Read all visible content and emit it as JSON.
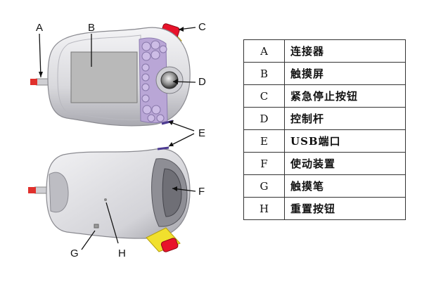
{
  "callouts": {
    "A": "A",
    "B": "B",
    "C": "C",
    "D": "D",
    "E": "E",
    "F": "F",
    "G": "G",
    "H": "H"
  },
  "legend": [
    {
      "key": "A",
      "label": "连接器"
    },
    {
      "key": "B",
      "label": "触摸屏"
    },
    {
      "key": "C",
      "label": "紧急停止按钮"
    },
    {
      "key": "D",
      "label": "控制杆"
    },
    {
      "key": "E",
      "label": "USB端口"
    },
    {
      "key": "F",
      "label": "使动装置"
    },
    {
      "key": "G",
      "label": "触摸笔"
    },
    {
      "key": "H",
      "label": "重置按钮"
    }
  ],
  "colors": {
    "housing": "#d9d9dd",
    "screen": "#b9b9b9",
    "keypad": "#b9a6d6",
    "emergency_button": "#e8132a",
    "collar": "#f1e02d",
    "connector": "#e0302c"
  }
}
